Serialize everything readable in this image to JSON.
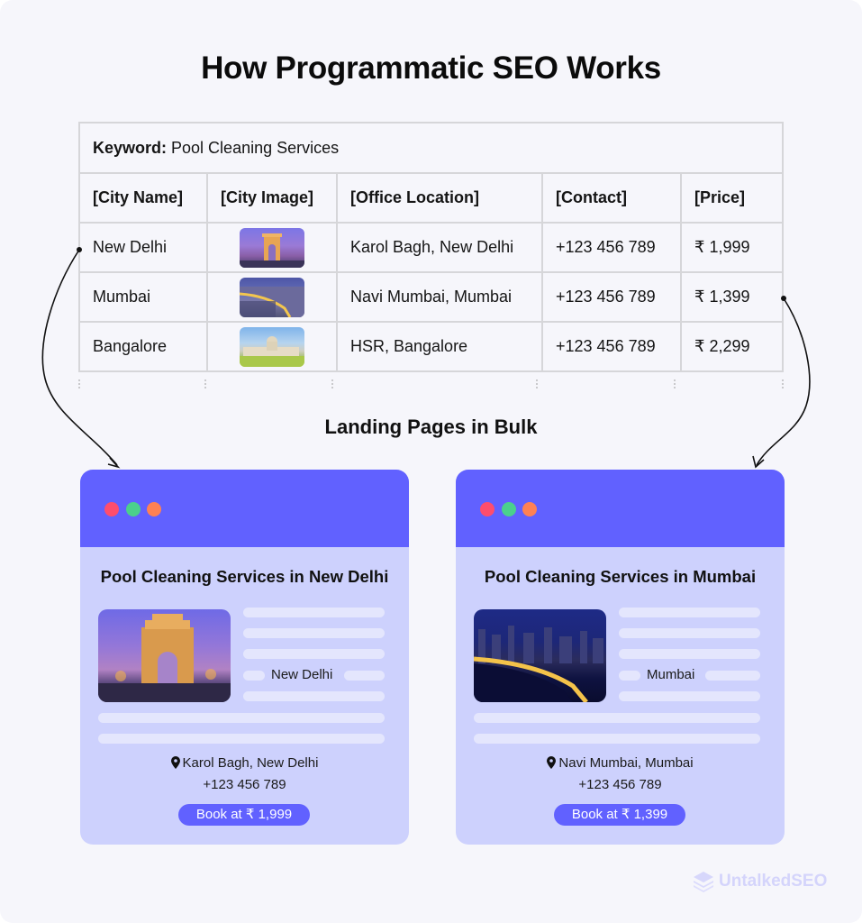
{
  "title": "How Programmatic SEO Works",
  "table": {
    "keyword_label": "Keyword:",
    "keyword_value": "Pool Cleaning Services",
    "headers": [
      "[City Name]",
      "[City Image]",
      "[Office Location]",
      "[Contact]",
      "[Price]"
    ],
    "rows": [
      {
        "city": "New Delhi",
        "image": "india-gate-thumbnail",
        "office": "Karol Bagh, New Delhi",
        "contact": "+123 456 789",
        "price": "₹ 1,999"
      },
      {
        "city": "Mumbai",
        "image": "marine-drive-thumbnail",
        "office": "Navi Mumbai, Mumbai",
        "contact": "+123 456 789",
        "price": "₹ 1,399"
      },
      {
        "city": "Bangalore",
        "image": "vidhana-soudha-thumbnail",
        "office": "HSR, Bangalore",
        "contact": "+123 456 789",
        "price": "₹ 2,299"
      }
    ]
  },
  "subtitle": "Landing Pages in Bulk",
  "cards": [
    {
      "title": "Pool Cleaning Services in New Delhi",
      "city": "New Delhi",
      "address": "Karol Bagh, New Delhi",
      "phone": "+123 456 789",
      "book_label": "Book at ₹ 1,999"
    },
    {
      "title": "Pool Cleaning Services in Mumbai",
      "city": "Mumbai",
      "address": "Navi Mumbai, Mumbai",
      "phone": "+123 456 789",
      "book_label": "Book at ₹ 1,399"
    }
  ],
  "colors": {
    "accent": "#6161ff",
    "card_body": "#cdd1fd",
    "dot_red": "#ff4d6d",
    "dot_green": "#4bd08c",
    "dot_orange": "#ff8154",
    "background": "#f6f6fb"
  },
  "brand": "UntalkedSEO"
}
